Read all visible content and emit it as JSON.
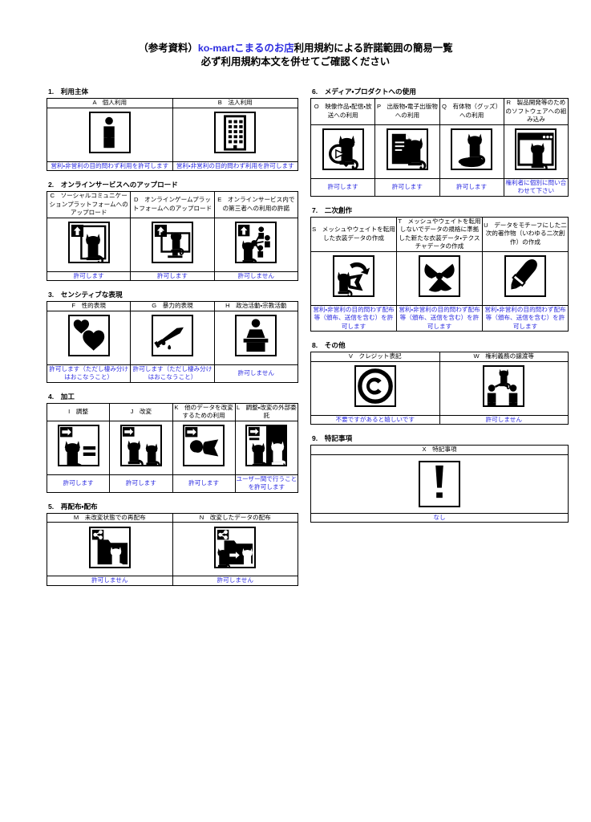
{
  "title": {
    "line1_prefix": "（参考資料）",
    "line1_brand": "ko-martこまるのお店",
    "line1_suffix": "利用規約による許諾範囲の簡易一覧",
    "line2": "必ず利用規約本文を併せてご確認ください"
  },
  "colors": {
    "accent_blue": "#2b2be0",
    "text_black": "#000000",
    "background": "#ffffff"
  },
  "sections": [
    {
      "number": "1.",
      "name": "利用主体",
      "column": "left",
      "items": [
        {
          "code": "A",
          "label": "個人利用",
          "icon": "person-icon",
          "note": "営利・非営利の目的問わず利用を許可します"
        },
        {
          "code": "B",
          "label": "法人利用",
          "icon": "building-icon",
          "note": "営利・非営利の目的問わず利用を許可します"
        }
      ]
    },
    {
      "number": "2.",
      "name": "オンラインサービスへのアップロード",
      "column": "left",
      "items": [
        {
          "code": "C",
          "label": "ソーシャルコミュニケーションプラットフォームへのアップロード",
          "icon": "cat-upload-icon",
          "note": "許可します"
        },
        {
          "code": "D",
          "label": "オンラインゲームプラットフォームへのアップロード",
          "icon": "cat-monitor-upload-icon",
          "note": "許可します"
        },
        {
          "code": "E",
          "label": "オンラインサービス内での第三者への利用の許諾",
          "icon": "cat-share-people-icon",
          "note": "許可しません"
        }
      ]
    },
    {
      "number": "3.",
      "name": "センシティブな表現",
      "column": "left",
      "items": [
        {
          "code": "F",
          "label": "性的表現",
          "icon": "hearts-icon",
          "note": "許可します（ただし棲み分けはおこなうこと）"
        },
        {
          "code": "G",
          "label": "暴力的表現",
          "icon": "knife-icon",
          "note": "許可します（ただし棲み分けはおこなうこと）"
        },
        {
          "code": "H",
          "label": "政治活動・宗教活動",
          "icon": "podium-icon",
          "note": "許可しません"
        }
      ]
    },
    {
      "number": "4.",
      "name": "加工",
      "column": "left",
      "items": [
        {
          "code": "I",
          "label": "調整",
          "icon": "cat-equals-icon",
          "note": "許可します"
        },
        {
          "code": "J",
          "label": "改変",
          "icon": "cat-two-icon",
          "note": "許可します"
        },
        {
          "code": "K",
          "label": "他のデータを改変するための利用",
          "icon": "cat-morph-icon",
          "note": "許可します"
        },
        {
          "code": "L",
          "label": "調整・改変の外部委託",
          "icon": "cat-outsource-icon",
          "note": "ユーザー間で行うことを許可します"
        }
      ]
    },
    {
      "number": "5.",
      "name": "再配布・配布",
      "column": "left",
      "items": [
        {
          "code": "M",
          "label": "未改変状態での再配布",
          "icon": "folder-share-icon",
          "note": "許可しません"
        },
        {
          "code": "N",
          "label": "改変したデータの配布",
          "icon": "folder-share-edit-icon",
          "note": "許可しません"
        }
      ]
    },
    {
      "number": "6.",
      "name": "メディア・プロダクトへの使用",
      "column": "right",
      "items": [
        {
          "code": "O",
          "label": "映像作品・配信・放送への利用",
          "icon": "cat-play-icon",
          "note": "許可します"
        },
        {
          "code": "P",
          "label": "出版物・電子出版物への利用",
          "icon": "cat-paper-icon",
          "note": "許可します"
        },
        {
          "code": "Q",
          "label": "有体物（グッズ）への利用",
          "icon": "cat-figure-icon",
          "note": "許可します"
        },
        {
          "code": "R",
          "label": "製品開発等のためのソフトウェアへの組み込み",
          "icon": "cat-window-icon",
          "note": "権利者に個別に問い合わせて下さい"
        }
      ]
    },
    {
      "number": "7.",
      "name": "二次創作",
      "column": "right",
      "items": [
        {
          "code": "S",
          "label": "メッシュやウェイトを転用した衣装データの作成",
          "icon": "cat-recycle-icon",
          "note": "営利・非営利の目的問わず配布等（頒布、送信を含む）を許可します"
        },
        {
          "code": "T",
          "label": "メッシュやウェイトを転用しないでデータの規格に準拠した新たな衣装データ・テクスチャデータの作成",
          "icon": "ribbon-icon",
          "note": "営利・非営利の目的問わず配布等（頒布、送信を含む）を許可します"
        },
        {
          "code": "U",
          "label": "データをモチーフにした二次的著作物（いわゆる二次創作）の作成",
          "icon": "brush-icon",
          "note": "営利・非営利の目的問わず配布等（頒布、送信を含む）を許可します"
        }
      ]
    },
    {
      "number": "8.",
      "name": "その他",
      "column": "right",
      "items": [
        {
          "code": "V",
          "label": "クレジット表記",
          "icon": "copyright-icon",
          "note": "不要ですがあると嬉しいです"
        },
        {
          "code": "W",
          "label": "権利義務の譲渡等",
          "icon": "handover-people-icon",
          "note": "許可しません"
        }
      ]
    },
    {
      "number": "9.",
      "name": "特記事項",
      "column": "right",
      "items": [
        {
          "code": "X",
          "label": "特記事項",
          "icon": "exclamation-icon",
          "note": "なし"
        }
      ]
    }
  ]
}
